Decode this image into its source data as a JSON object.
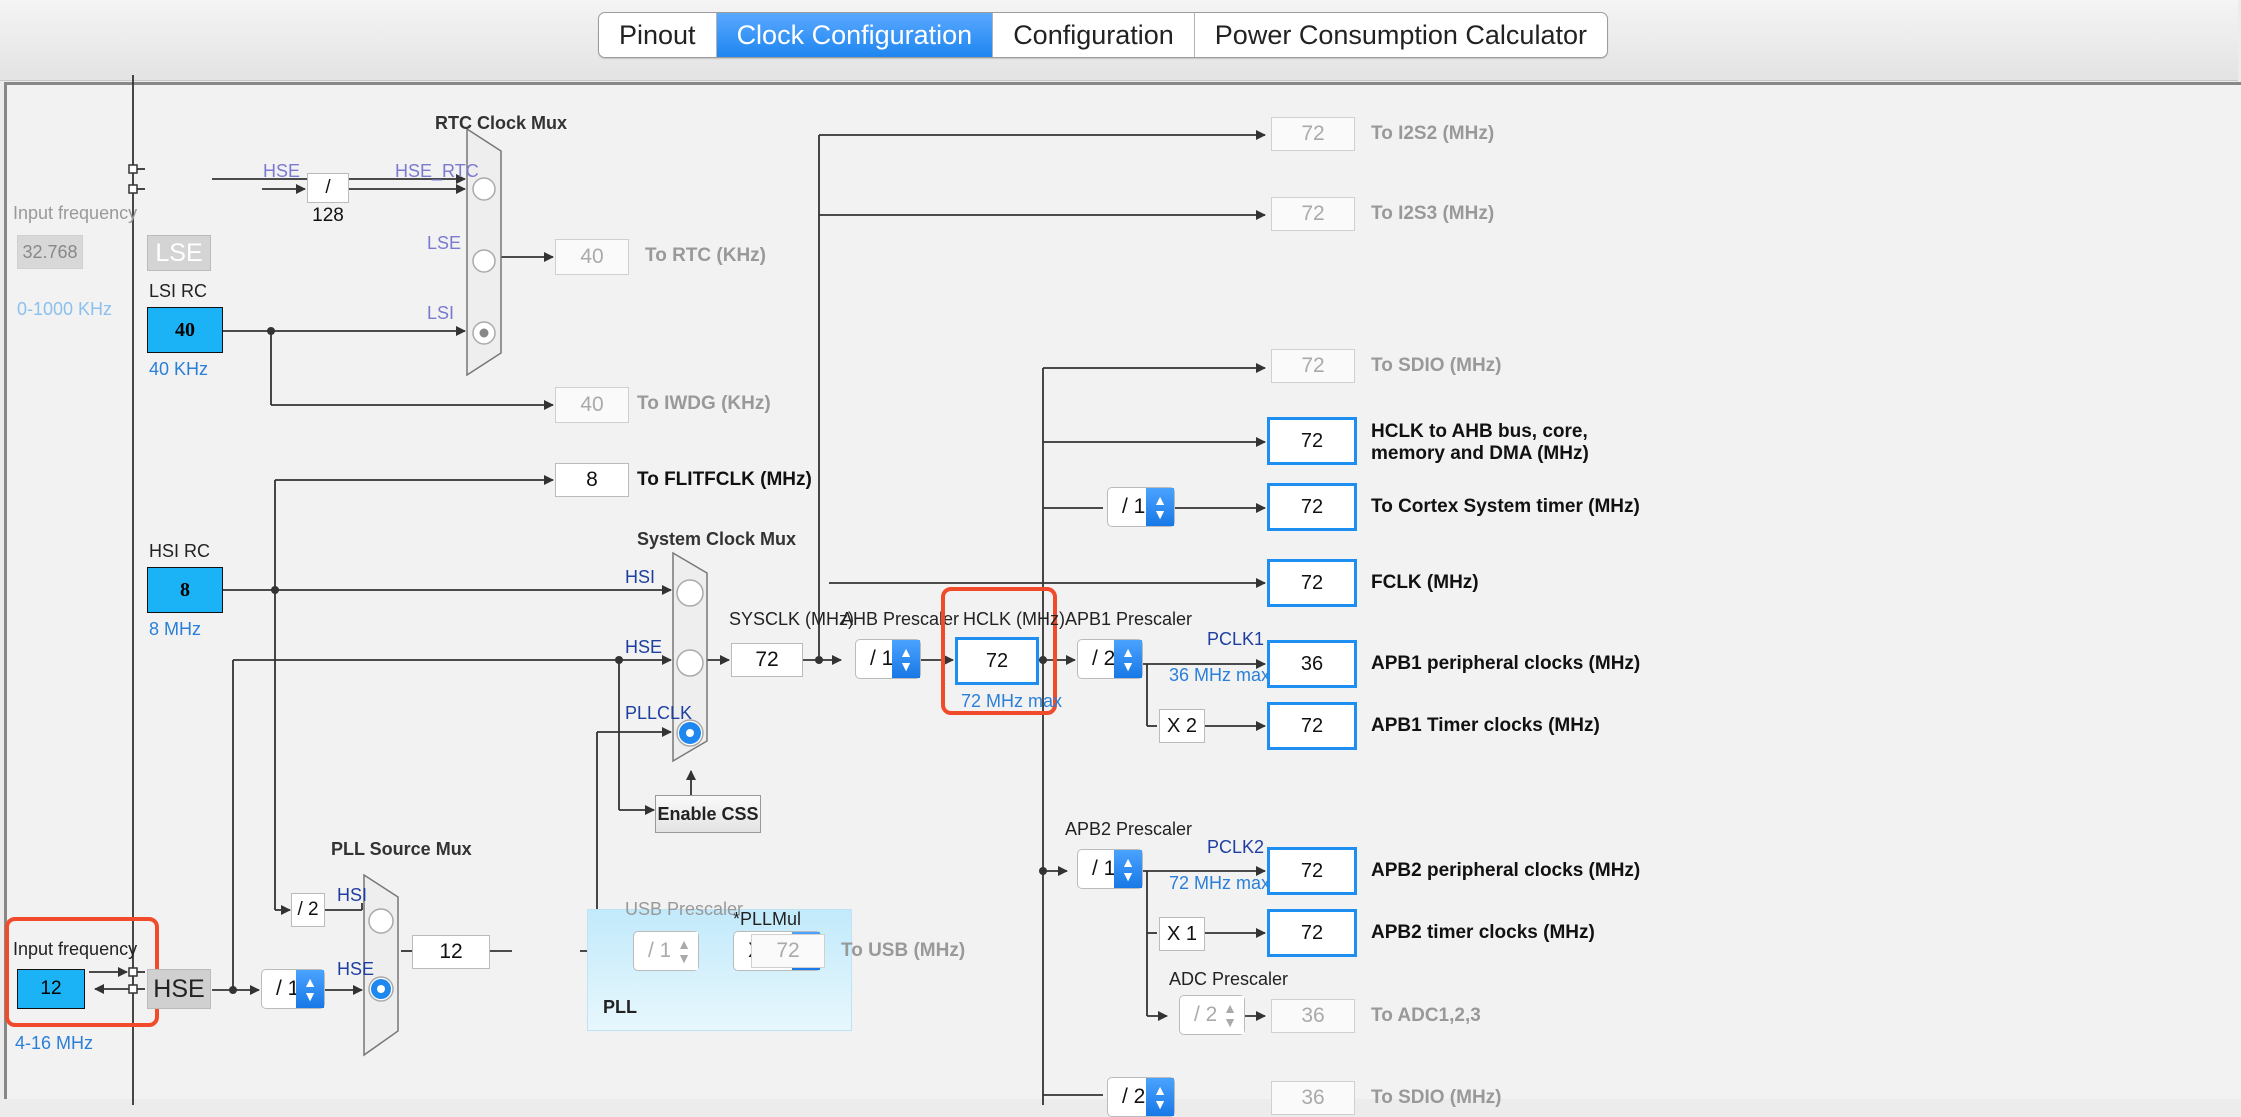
{
  "tabs": [
    {
      "label": "Pinout",
      "active": false
    },
    {
      "label": "Clock Configuration",
      "active": true
    },
    {
      "label": "Configuration",
      "active": false
    },
    {
      "label": "Power Consumption Calculator",
      "active": false
    }
  ],
  "lse": {
    "title": "Input frequency",
    "value": "32.768",
    "range": "0-1000 KHz",
    "box": "LSE"
  },
  "lsi": {
    "title": "LSI RC",
    "value": "40",
    "unit": "40 KHz"
  },
  "hsi": {
    "title": "HSI RC",
    "value": "8",
    "unit": "8 MHz"
  },
  "hse": {
    "title": "Input frequency",
    "value": "12",
    "range": "4-16 MHz",
    "box": "HSE"
  },
  "rtc": {
    "title": "RTC Clock Mux",
    "hse_label": "HSE",
    "div": "/ 128",
    "hse_rtc": "HSE_RTC",
    "lse_label": "LSE",
    "lsi_label": "LSI",
    "rtc_value": "40",
    "rtc_dest": "To RTC (KHz)",
    "iwdg_value": "40",
    "iwdg_dest": "To IWDG (KHz)"
  },
  "flit": {
    "value": "8",
    "dest": "To FLITFCLK (MHz)"
  },
  "sysmux": {
    "title": "System Clock Mux",
    "hsi": "HSI",
    "hse": "HSE",
    "pllclk": "PLLCLK",
    "css": "Enable CSS"
  },
  "sysclk": {
    "label": "SYSCLK (MHz)",
    "value": "72"
  },
  "ahb": {
    "label": "AHB Prescaler",
    "value": "/ 1"
  },
  "hclk": {
    "label": "HCLK (MHz)",
    "value": "72",
    "max": "72 MHz max"
  },
  "apb1": {
    "label": "APB1 Prescaler",
    "value": "/ 2",
    "pclk": "PCLK1",
    "max": "36 MHz max",
    "mult": "X 2"
  },
  "apb2": {
    "label": "APB2 Prescaler",
    "value": "/ 1",
    "pclk": "PCLK2",
    "max": "72 MHz max",
    "mult": "X 1"
  },
  "adc": {
    "label": "ADC Prescaler",
    "value": "/ 2",
    "out": "36",
    "dest": "To ADC1,2,3"
  },
  "pllsrc": {
    "title": "PLL Source Mux",
    "hsi_div": "/ 2",
    "hsi": "HSI",
    "hse": "HSE",
    "hse_div": "/ 1"
  },
  "pll": {
    "label": "PLL",
    "input": "12",
    "mul_label": "*PLLMul",
    "mul": "X 6"
  },
  "usb": {
    "label": "USB Prescaler",
    "value": "/ 1",
    "out": "72",
    "dest": "To USB (MHz)"
  },
  "cortex_div": "/ 1",
  "bottom": {
    "div": "/ 2",
    "value": "36",
    "dest": "To SDIO (MHz)"
  },
  "outputs": {
    "i2s2": {
      "value": "72",
      "dest": "To I2S2 (MHz)"
    },
    "i2s3": {
      "value": "72",
      "dest": "To I2S3 (MHz)"
    },
    "sdio": {
      "value": "72",
      "dest": "To SDIO (MHz)"
    },
    "hclk_ahb": {
      "value": "72",
      "dest": "HCLK to AHB bus, core,",
      "dest2": "memory and DMA (MHz)"
    },
    "cortex": {
      "value": "72",
      "dest": "To Cortex System timer (MHz)"
    },
    "fclk": {
      "value": "72",
      "dest": "FCLK (MHz)"
    },
    "apb1_periph": {
      "value": "36",
      "dest": "APB1 peripheral clocks (MHz)"
    },
    "apb1_timer": {
      "value": "72",
      "dest": "APB1 Timer clocks (MHz)"
    },
    "apb2_periph": {
      "value": "72",
      "dest": "APB2 peripheral clocks (MHz)"
    },
    "apb2_timer": {
      "value": "72",
      "dest": "APB2 timer clocks (MHz)"
    }
  }
}
